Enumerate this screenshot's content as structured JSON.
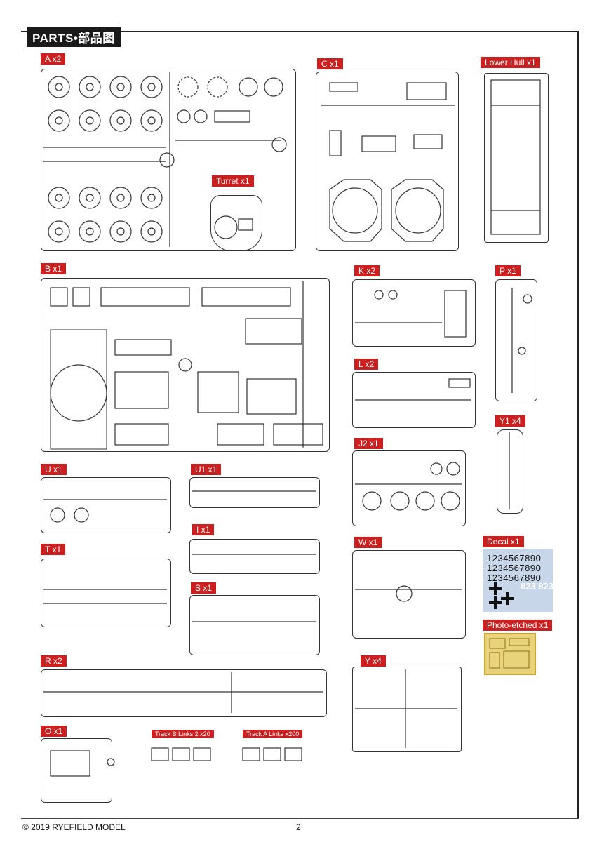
{
  "header": {
    "title": "PARTS•部品图"
  },
  "sprues": [
    {
      "key": "A",
      "label": "A x2"
    },
    {
      "key": "C",
      "label": "C x1"
    },
    {
      "key": "LowerHull",
      "label": "Lower Hull x1"
    },
    {
      "key": "Turret",
      "label": "Turret x1"
    },
    {
      "key": "B",
      "label": "B x1"
    },
    {
      "key": "K",
      "label": "K x2"
    },
    {
      "key": "P",
      "label": "P x1"
    },
    {
      "key": "L",
      "label": "L x2"
    },
    {
      "key": "Y1",
      "label": "Y1 x4"
    },
    {
      "key": "J2",
      "label": "J2 x1"
    },
    {
      "key": "U",
      "label": "U x1"
    },
    {
      "key": "U1",
      "label": "U1 x1"
    },
    {
      "key": "I",
      "label": "I x1"
    },
    {
      "key": "T",
      "label": "T x1"
    },
    {
      "key": "W",
      "label": "W x1"
    },
    {
      "key": "Decal",
      "label": "Decal x1"
    },
    {
      "key": "S",
      "label": "S x1"
    },
    {
      "key": "PE",
      "label": "Photo-etched x1"
    },
    {
      "key": "R",
      "label": "R x2"
    },
    {
      "key": "Y",
      "label": "Y x4"
    },
    {
      "key": "O",
      "label": "O x1"
    },
    {
      "key": "TrackB",
      "label": "Track B Links 2 x20"
    },
    {
      "key": "TrackA",
      "label": "Track A Links x200"
    }
  ],
  "decal": {
    "rows": [
      "1234567890",
      "1234567890",
      "1234567890"
    ],
    "number": "823 823"
  },
  "footer": {
    "copyright": "© 2019 RYEFIELD MODEL",
    "page": "2"
  }
}
